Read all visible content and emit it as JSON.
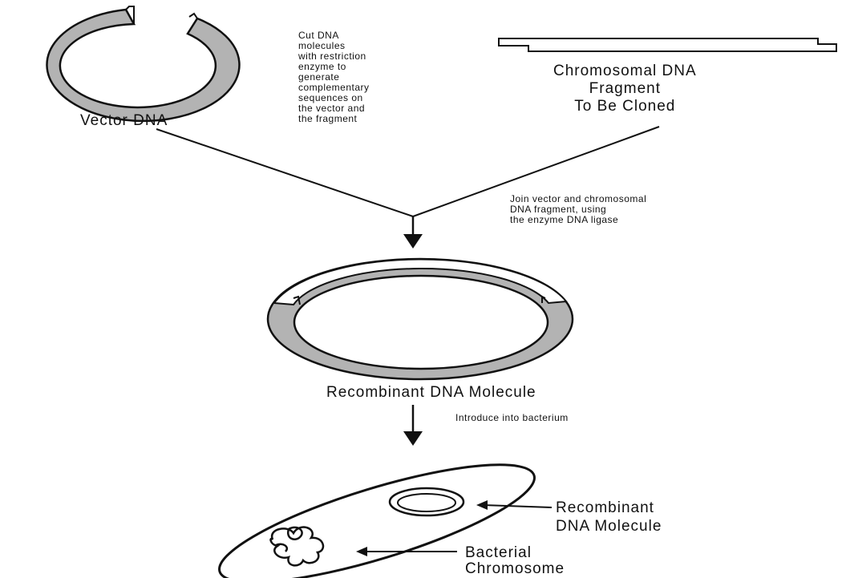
{
  "labels": {
    "vector_dna": "Vector DNA",
    "cut_note": [
      "Cut DNA",
      "molecules",
      "with restriction",
      "enzyme to",
      "generate",
      "complementary",
      "sequences on",
      "the vector and",
      "the fragment"
    ],
    "chromosomal_fragment": [
      "Chromosomal DNA",
      "Fragment",
      "To Be Cloned"
    ],
    "join_note": [
      "Join vector and chromosomal",
      "DNA fragment, using",
      "the enzyme DNA ligase"
    ],
    "recombinant_molecule": "Recombinant DNA Molecule",
    "introduce_note": "Introduce into bacterium",
    "cell_recombinant": [
      "Recombinant",
      "DNA Molecule"
    ],
    "cell_bacterial": [
      "Bacterial",
      "Chromosome"
    ]
  },
  "colors": {
    "vector_fill": "#b3b3b3",
    "stroke": "#111111",
    "background": "#ffffff"
  }
}
